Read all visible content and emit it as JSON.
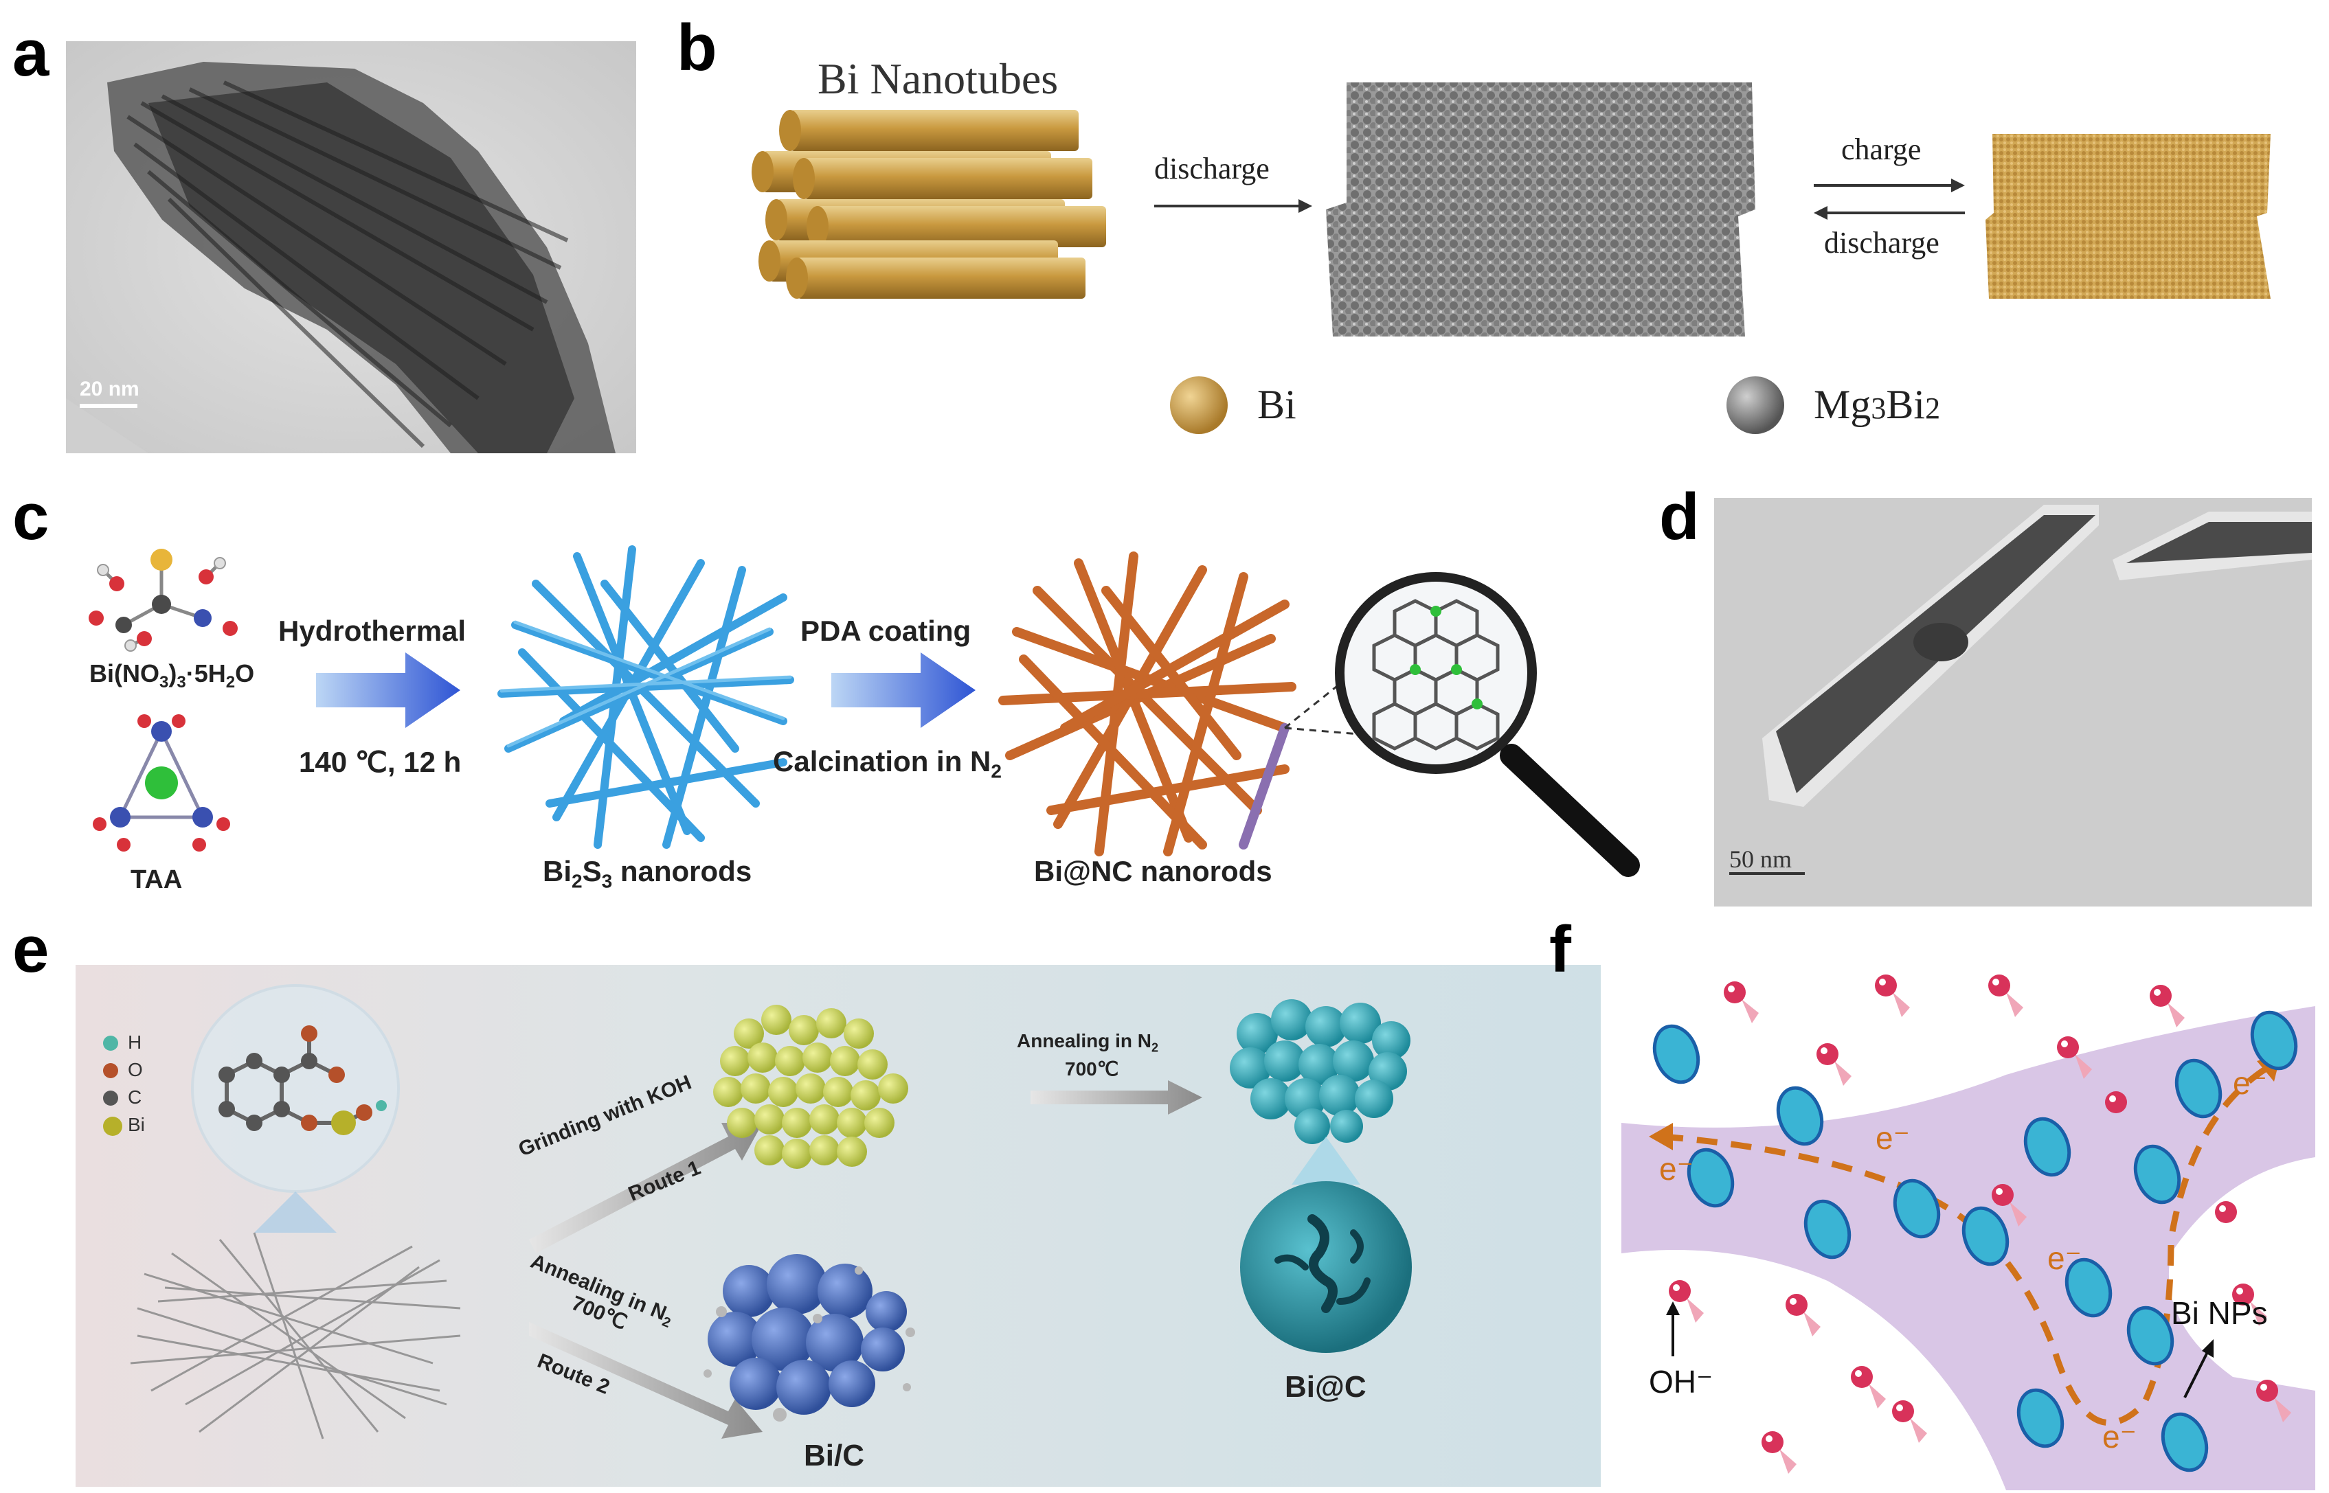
{
  "panel_labels": {
    "a": "a",
    "b": "b",
    "c": "c",
    "d": "d",
    "e": "e",
    "f": "f"
  },
  "panel_a": {
    "scale_bar": "20 nm"
  },
  "panel_b": {
    "title": "Bi Nanotubes",
    "arrow_discharge": "discharge",
    "arrow_charge": "charge",
    "arrow_discharge_back": "discharge",
    "legend_bi": "Bi",
    "legend_mg_prefix": "Mg",
    "legend_mg_sub1": "3",
    "legend_mg_mid": "Bi",
    "legend_mg_sub2": "2",
    "colors": {
      "bi": "#c9993f",
      "mg3bi2": "#8a8a8a"
    }
  },
  "panel_c": {
    "precursor1_prefix": "Bi(NO",
    "precursor1_sub": "3",
    "precursor1_suffix": ")",
    "precursor1_sub2": "3",
    "precursor1_tail": "·5H",
    "precursor1_sub3": "2",
    "precursor1_end": "O",
    "precursor2": "TAA",
    "step1_top": "Hydrothermal",
    "step1_bottom": "140 ℃, 12 h",
    "step2_top": "PDA coating",
    "step2_bottom_prefix": "Calcination in N",
    "step2_bottom_sub": "2",
    "product1_prefix": "Bi",
    "product1_sub1": "2",
    "product1_mid": "S",
    "product1_sub2": "3",
    "product1_suffix": " nanorods",
    "product2": "Bi@NC nanorods",
    "colors": {
      "bi2s3": "#3aa0e0",
      "binc": "#c8672a",
      "arrow": "#2f55d4"
    }
  },
  "panel_d": {
    "scale_bar": "50 nm"
  },
  "panel_e": {
    "legend": [
      {
        "label": "H",
        "color": "#4fb6a6"
      },
      {
        "label": "O",
        "color": "#b5502a"
      },
      {
        "label": "C",
        "color": "#555555"
      },
      {
        "label": "Bi",
        "color": "#b6b02a"
      }
    ],
    "route1_top": "Grinding with KOH",
    "route1_bottom": "Route 1",
    "route2_top_prefix": "Annealing in N",
    "route2_top_sub": "2",
    "route2_temp": "700℃",
    "route2_bottom": "Route 2",
    "anneal_top_prefix": "Annealing in N",
    "anneal_top_sub": "2",
    "anneal_temp": "700℃",
    "product_bic": "Bi/C",
    "product_biatc": "Bi@C",
    "colors": {
      "background": "#d6e3e8",
      "yellow": "#c8d45a",
      "blue": "#4a72c0",
      "teal": "#2fa0b0"
    }
  },
  "panel_f": {
    "electron_labels": [
      "e⁻",
      "e⁻",
      "e⁻",
      "e⁻",
      "e⁻"
    ],
    "oh_label": "OH⁻",
    "bi_nps_label": "Bi NPs",
    "colors": {
      "carbon": "#d9c6e6",
      "particle": "#3ab4d4",
      "oh": "#d8325a",
      "path": "#d0721a"
    }
  }
}
